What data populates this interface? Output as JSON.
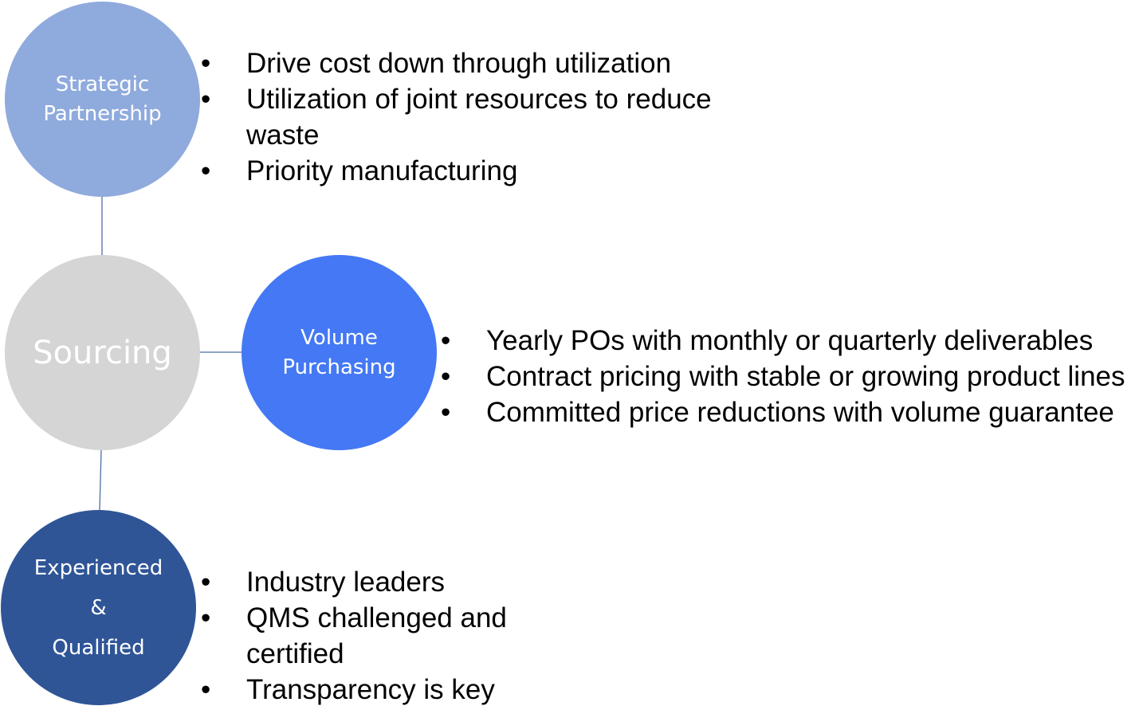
{
  "colors": {
    "strategic": "#8faadc",
    "sourcing": "#d5d5d5",
    "volume": "#4478f4",
    "experienced": "#2f5597",
    "connector": "#4a6fa5"
  },
  "nodes": {
    "strategic": {
      "line1": "Strategic",
      "line2": "Partnership"
    },
    "sourcing": {
      "label": "Sourcing"
    },
    "volume": {
      "line1": "Volume",
      "line2": "Purchasing"
    },
    "experienced": {
      "line1": "Experienced",
      "line2": "&",
      "line3": "Qualified"
    }
  },
  "bullet_symbol": "•",
  "bullets": {
    "strategic": [
      "Drive cost down through utilization",
      "Utilization of joint resources to reduce waste",
      "Priority manufacturing"
    ],
    "volume": [
      "Yearly POs with monthly or quarterly deliverables",
      "Contract pricing with stable or growing product lines",
      "Committed price reductions with volume guarantee"
    ],
    "experienced": [
      "Industry leaders",
      "QMS challenged and certified",
      "Transparency is key"
    ]
  }
}
